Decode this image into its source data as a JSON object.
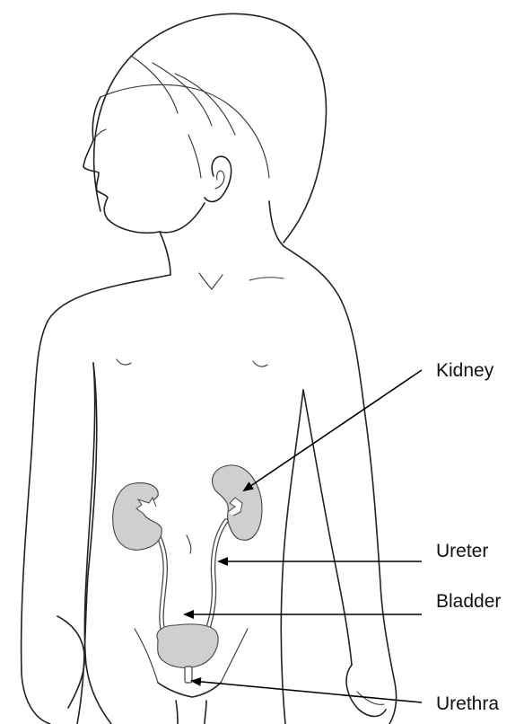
{
  "diagram": {
    "labels": {
      "kidney": "Kidney",
      "ureter": "Ureter",
      "bladder": "Bladder",
      "urethra": "Urethra"
    },
    "colors": {
      "organ_fill": "#cfcfcf",
      "outline": "#222222",
      "arrow": "#000000",
      "background": "#ffffff"
    }
  }
}
